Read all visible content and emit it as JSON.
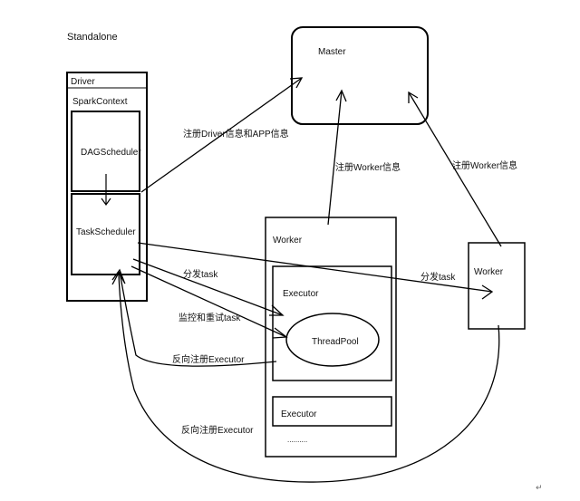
{
  "title": "Standalone",
  "nodes": {
    "driver": "Driver",
    "spark_context": "SparkContext",
    "dag_scheduler": "DAGScheduler",
    "task_scheduler": "TaskScheduler",
    "master": "Master",
    "worker_main": "Worker",
    "executor_main": "Executor",
    "thread_pool": "ThreadPool",
    "executor_second": "Executor",
    "ellipsis": "..........",
    "worker_right": "Worker"
  },
  "edges": {
    "register_driver": "注册Driver信息和APP信息",
    "register_worker_main": "注册Worker信息",
    "register_worker_right": "注册Worker信息",
    "dispatch_task_main": "分发task",
    "dispatch_task_right": "分发task",
    "monitor_retry": "监控和重试task",
    "reverse_register_1": "反向注册Executor",
    "reverse_register_2": "反向注册Executor"
  },
  "footer_mark": "↵"
}
